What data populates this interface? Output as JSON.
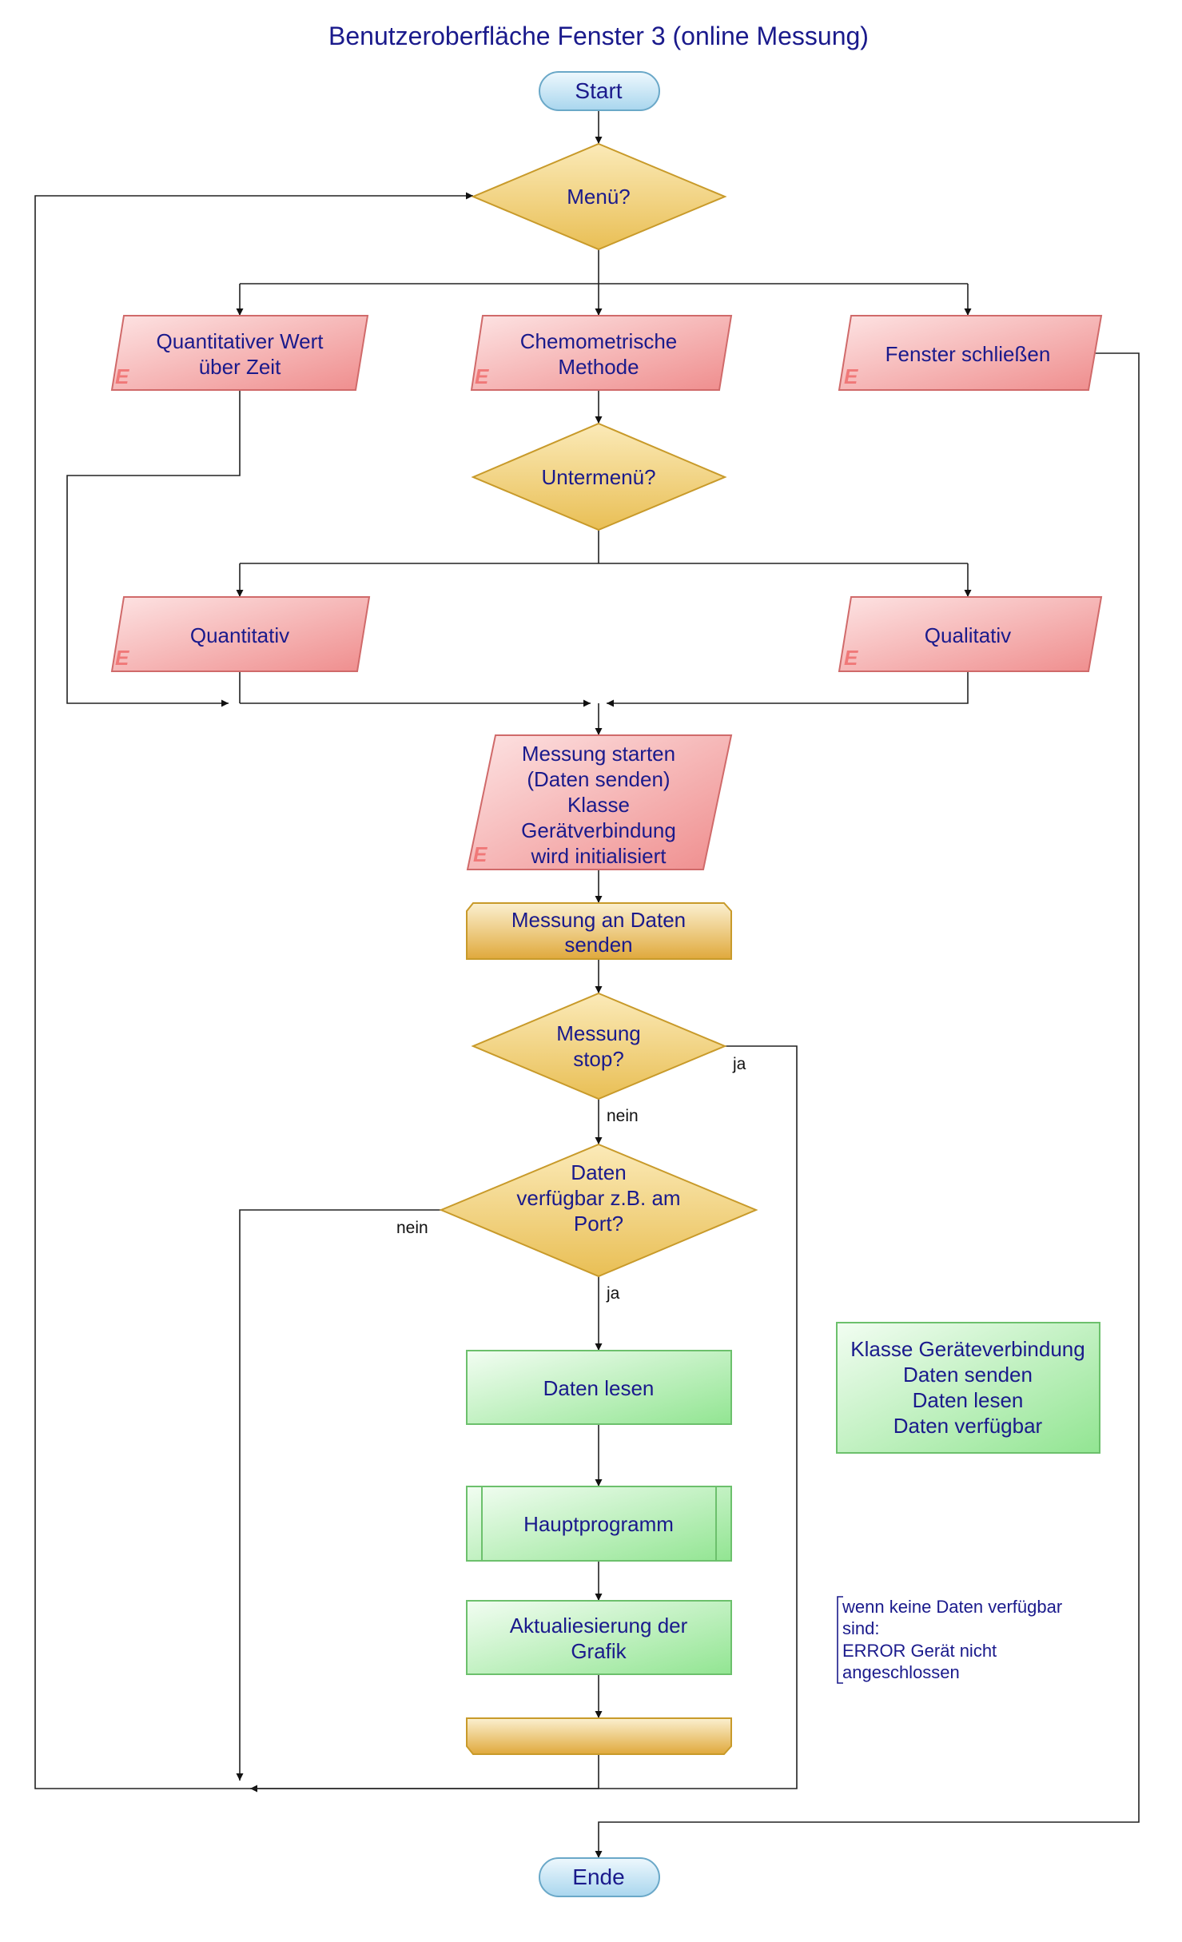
{
  "title": "Benutzeroberfläche Fenster 3 (online Messung)",
  "nodes": {
    "start": "Start",
    "menu": "Menü?",
    "quant_wert": [
      "Quantitativer Wert",
      "über Zeit"
    ],
    "chemo": [
      "Chemometrische",
      "Methode"
    ],
    "fenster": "Fenster schließen",
    "untermenu": "Untermenü?",
    "quantitativ": "Quantitativ",
    "qualitativ": "Qualitativ",
    "messung_starten": [
      "Messung starten",
      "(Daten senden)",
      "Klasse",
      "Gerätverbindung",
      "wird initialisiert"
    ],
    "messung_senden": [
      "Messung an Daten",
      "senden"
    ],
    "messung_stop": [
      "Messung",
      "stop?"
    ],
    "daten_verf": [
      "Daten",
      "verfügbar z.B. am",
      "Port?"
    ],
    "daten_lesen": "Daten lesen",
    "hauptprogramm": "Hauptprogramm",
    "aktualisierung": [
      "Aktualiesierung der",
      "Grafik"
    ],
    "ende": "Ende"
  },
  "edge_labels": {
    "stop_ja": "ja",
    "stop_nein": "nein",
    "verf_nein": "nein",
    "verf_ja": "ja"
  },
  "class_box": [
    "Klasse Geräteverbindung",
    "Daten senden",
    "Daten lesen",
    "Daten verfügbar"
  ],
  "annotation": [
    "wenn keine Daten verfügbar",
    "sind:",
    "ERROR Gerät nicht",
    "angeschlossen"
  ],
  "io_marker": "E",
  "colors": {
    "text": "#1a1a8c",
    "decision_fill": "#f0cf7a",
    "decision_stroke": "#c89a2a",
    "io_fill": "#f29a9a",
    "io_stroke": "#d06a6a",
    "process_green": "#a8eea8",
    "process_green_stroke": "#6cc06c",
    "loop_gold": "#e8b44a",
    "terminal_fill": "#bfe3f3",
    "terminal_stroke": "#6aa8c8"
  }
}
